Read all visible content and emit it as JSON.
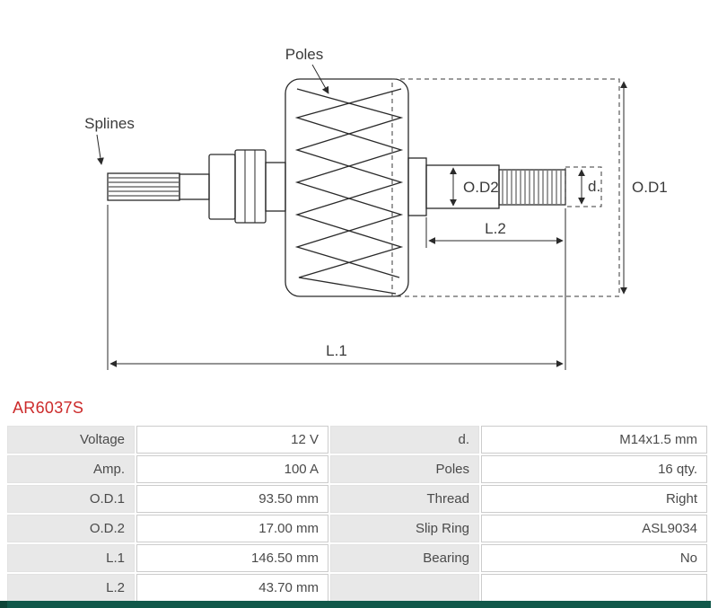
{
  "part_number": "AR6037S",
  "colors": {
    "accent_red": "#cc2a2a",
    "footer_teal": "#11584a",
    "line": "#2a2a2a",
    "label_cell_bg": "#e8e8e8"
  },
  "diagram": {
    "labels": {
      "poles": "Poles",
      "splines": "Splines",
      "od2": "O.D2",
      "od1": "O.D1",
      "d": "d.",
      "l2": "L.2",
      "l1": "L.1"
    }
  },
  "table": {
    "rows": [
      {
        "label1": "Voltage",
        "value1": "12 V",
        "label2": "d.",
        "value2": "M14x1.5 mm"
      },
      {
        "label1": "Amp.",
        "value1": "100 A",
        "label2": "Poles",
        "value2": "16 qty."
      },
      {
        "label1": "O.D.1",
        "value1": "93.50 mm",
        "label2": "Thread",
        "value2": "Right"
      },
      {
        "label1": "O.D.2",
        "value1": "17.00 mm",
        "label2": "Slip Ring",
        "value2": "ASL9034"
      },
      {
        "label1": "L.1",
        "value1": "146.50 mm",
        "label2": "Bearing",
        "value2": "No"
      },
      {
        "label1": "L.2",
        "value1": "43.70 mm",
        "label2": "",
        "value2": ""
      }
    ]
  }
}
